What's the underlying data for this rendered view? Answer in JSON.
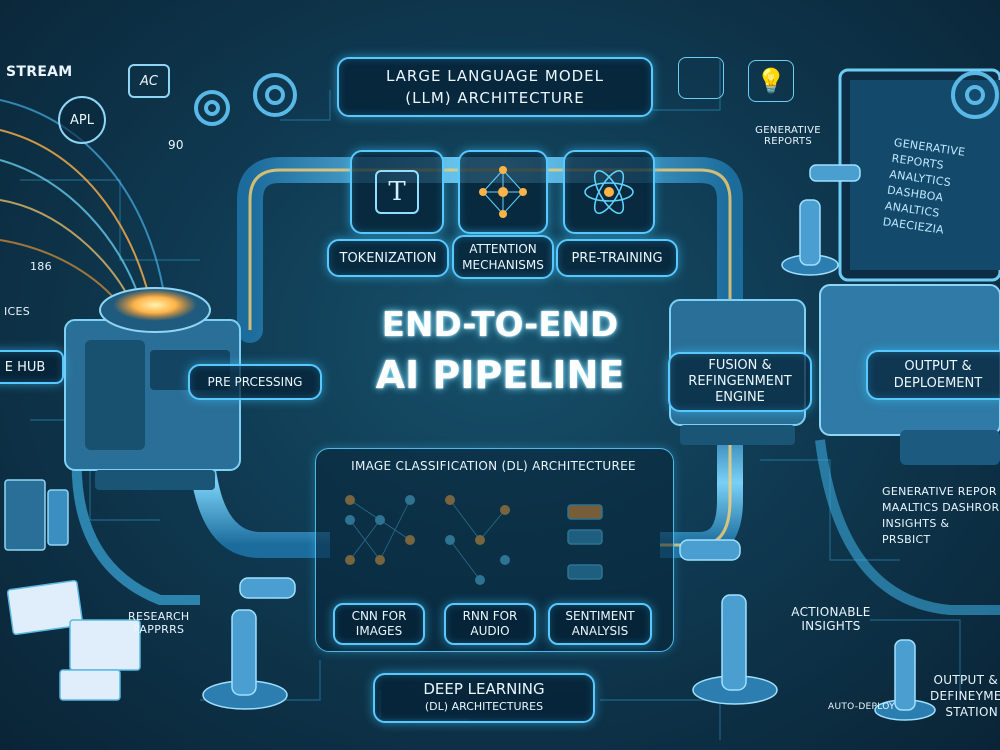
{
  "title": {
    "line1": "END-TO-END",
    "line2": "AI PIPELINE"
  },
  "llm": {
    "header": "LARGE LANGUAGE MODEL",
    "header2": "(LLM) ARCHITECTURE",
    "steps": [
      "TOKENIZATION",
      "ATTENTION",
      "MECHANISMS",
      "PRE-TRAINING"
    ],
    "token_glyph": "T"
  },
  "left": {
    "stream": "STREAM",
    "api": "APL",
    "ac": "AC",
    "num1": "90",
    "num2": "186",
    "ices": "ICES",
    "hub": "E HUB",
    "preprocessing": "PRE PRCESSING",
    "research": "RESEARCH",
    "research2": "PAPPRRS"
  },
  "fusion": {
    "line1": "FUSION &",
    "line2": "REFINGENMENT",
    "line3": "ENGINE"
  },
  "output": {
    "line1": "OUTPUT &",
    "line2": "DEPLOEMENT"
  },
  "image_cls": {
    "header": "IMAGE CLASSIFICATION (DL) ARCHITECTUREE",
    "cnn": "CNN FOR",
    "cnn2": "IMAGES",
    "rnn": "RNN FOR",
    "rnn2": "AUDIO",
    "sent": "SENTIMENT",
    "sent2": "ANALYSIS"
  },
  "deep": {
    "line1": "DEEP LEARNING",
    "line2": "(DL) ARCHITECTURES"
  },
  "right": {
    "gen_reports": "GENERATIVE",
    "gen_reports2": "REPORTS",
    "screen1": "GENERATIVE REPORTS",
    "screen2": "ANALYTICS DASHBOA",
    "screen3": "ANALTICS DAECIEZIA",
    "list1": "GENERATIVE REPOR",
    "list2": "MAALTICS DASHROR",
    "list3": "INSIGHTS & PRSBICT",
    "actionable": "ACTIONABLE",
    "actionable2": "INSIGHTS",
    "station1": "OUTPUT &",
    "station2": "DEFINEYME",
    "station3": "STATION",
    "auto_deploy": "AUTO-DEPLOY"
  },
  "colors": {
    "accent": "#59c8ff",
    "glow": "#ffb347",
    "pipe": "#3aa7d8",
    "bg": "#0f3a52"
  }
}
